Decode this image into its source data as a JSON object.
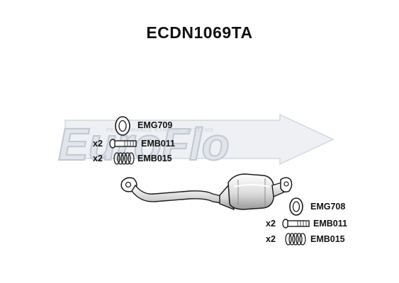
{
  "title": "ECDN1069TA",
  "watermark": {
    "logo": "EuroFlo",
    "tagline": "PERFORMANCE EXHAUST SYSTEMS"
  },
  "parts_front": [
    {
      "quantity": "",
      "code": "EMG709",
      "icon": "gasket-ring-icon"
    },
    {
      "quantity": "x2",
      "code": "EMB011",
      "icon": "bolt-icon"
    },
    {
      "quantity": "x2",
      "code": "EMB015",
      "icon": "spring-icon"
    }
  ],
  "parts_rear": [
    {
      "quantity": "",
      "code": "EMG708",
      "icon": "gasket-ring-icon"
    },
    {
      "quantity": "x2",
      "code": "EMB011",
      "icon": "bolt-icon"
    },
    {
      "quantity": "x2",
      "code": "EMB015",
      "icon": "spring-icon"
    }
  ],
  "main_part": {
    "icon": "catalytic-converter-pipe-icon"
  },
  "colors": {
    "text": "#111111",
    "line": "#1a1a1a",
    "watermark_fill": "#e2e6ec",
    "watermark_outline": "#c4cad3",
    "part_shading": "#d9d9d9"
  }
}
